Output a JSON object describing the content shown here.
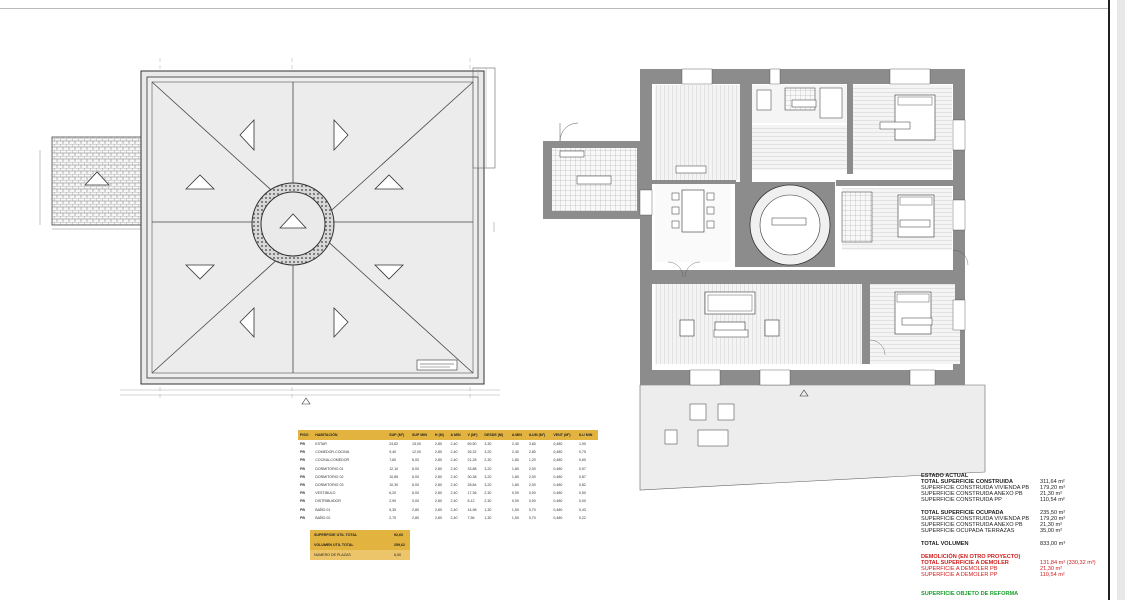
{
  "rooms_table": {
    "headers": [
      "PISO",
      "HABITACIÓN",
      "SUP (M²)",
      "SUP MIN",
      "H (M)",
      "A MIN",
      "V (M³)",
      "DESDE (M)",
      "A MIN",
      "ILUM (M²)",
      "VENT (M²)",
      "ILU MIN"
    ],
    "rows": [
      [
        "PB",
        "ESTAR",
        "24,82",
        "15,00",
        "2,80",
        "2,40",
        "69,50",
        "3,30",
        "2,40",
        "3,60",
        "0,480",
        "1,90"
      ],
      [
        "PB",
        "COMEDOR-COCINA",
        "9,40",
        "12,00",
        "2,80",
        "2,40",
        "26,32",
        "3,20",
        "2,40",
        "2,80",
        "0,480",
        "0,75"
      ],
      [
        "PB",
        "COCINA-COMEDOR",
        "7,60",
        "6,00",
        "2,80",
        "2,40",
        "21,28",
        "2,30",
        "1,80",
        "1,20",
        "0,480",
        "0,60"
      ],
      [
        "PB",
        "DORMITORIO 01",
        "12,10",
        "6,00",
        "2,80",
        "2,40",
        "33,88",
        "3,20",
        "1,80",
        "2,00",
        "0,480",
        "0,97"
      ],
      [
        "PB",
        "DORMITORIO 02",
        "10,85",
        "6,00",
        "2,80",
        "2,40",
        "30,38",
        "3,20",
        "1,80",
        "2,00",
        "0,480",
        "0,87"
      ],
      [
        "PB",
        "DORMITORIO 03",
        "10,30",
        "6,00",
        "2,80",
        "2,40",
        "28,84",
        "3,20",
        "1,80",
        "2,00",
        "0,480",
        "0,82"
      ],
      [
        "PB",
        "VESTIBULO",
        "6,20",
        "6,00",
        "2,80",
        "2,40",
        "17,36",
        "2,30",
        "0,90",
        "0,00",
        "0,480",
        "0,50"
      ],
      [
        "PB",
        "DISTRIBUIDOR",
        "2,90",
        "0,00",
        "2,80",
        "2,40",
        "8,12",
        "2,30",
        "0,90",
        "0,00",
        "0,480",
        "0,00"
      ],
      [
        "PB",
        "BAÑO 01",
        "5,35",
        "2,80",
        "2,80",
        "2,40",
        "14,98",
        "1,30",
        "1,50",
        "0,70",
        "0,480",
        "0,43"
      ],
      [
        "PB",
        "BAÑO 02",
        "2,70",
        "2,80",
        "2,80",
        "2,40",
        "7,56",
        "1,30",
        "1,50",
        "0,70",
        "0,480",
        "0,22"
      ]
    ]
  },
  "summary": {
    "rows": [
      {
        "label": "SUPERFICIE UTIL TOTAL",
        "value": "92,60"
      },
      {
        "label": "VOLUMEN UTIL TOTAL",
        "value": "259,62"
      },
      {
        "label": "NUMERO DE PLAZAS",
        "value": "6,00"
      }
    ]
  },
  "legend": {
    "estado_actual": "ESTADO ACTUAL",
    "total_construida": "TOTAL SUPERFICIE CONSTRUIDA",
    "construida_vivienda": "SUPERFICIE CONSTRUIDA VIVIENDA PB",
    "construida_anexo": "SUPERFICIE CONSTRUIDA ANEXO PB",
    "construida_pp": "SUPERFICIE CONSTRUIDA PP",
    "total_ocupada": "TOTAL SUPERFICIE OCUPADA",
    "ocupada_vivienda": "SUPERFICIE CONSTRUIDA VIVIENDA PB",
    "ocupada_anexo": "SUPERFICIE CONSTRUIDA ANEXO PB",
    "ocupada_terrazas": "SUPERFICIE OCUPADA TERRAZAS",
    "total_volumen": "TOTAL VOLUMEN",
    "demolicion": "DEMOLICIÓN (EN OTRO PROYECTO)",
    "total_demoler": "TOTAL SUPERFICIE A DEMOLER",
    "demoler_pb": "SUPERFICIE A DEMOLER PB",
    "demoler_pp": "SUPERFICIE A DEMOLER PP",
    "reforma": "SUPERFICIE OBJETO DE REFORMA",
    "values": {
      "total_construida": "311,64 m²",
      "construida_vivienda": "179,20 m²",
      "construida_anexo": "21,30 m²",
      "construida_pp": "110,54 m²",
      "total_ocupada": "235,50 m²",
      "ocupada_vivienda": "179,20 m²",
      "ocupada_anexo": "21,30 m²",
      "ocupada_terrazas": "35,00 m²",
      "total_volumen": "833,00 m³",
      "total_demoler": "131,84 m² (330,32 m³)",
      "demoler_pb": "21,30 m²",
      "demoler_pp": "110,54 m²"
    }
  },
  "colors": {
    "wall": "#8c8c8c",
    "table_header": "#e3b33f",
    "demolition": "#d11b1b",
    "reform": "#17a02a"
  }
}
